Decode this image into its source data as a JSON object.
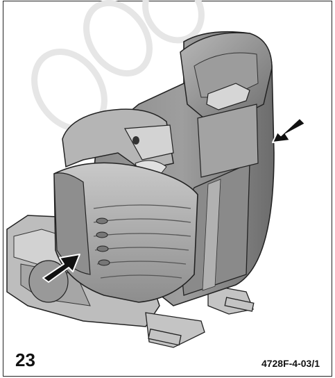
{
  "figure": {
    "number": "23",
    "code": "4728F-4-03/1"
  },
  "illustration": {
    "subject": "car-seat-rear-view",
    "icons": [
      "arrow-icon",
      "arrow-icon"
    ],
    "colors": {
      "seat_dark": "#7a7a7a",
      "seat_mid": "#a9a9a9",
      "seat_light": "#d0d0d0",
      "outline": "#222222",
      "watermark": "#e9e9e9"
    }
  }
}
